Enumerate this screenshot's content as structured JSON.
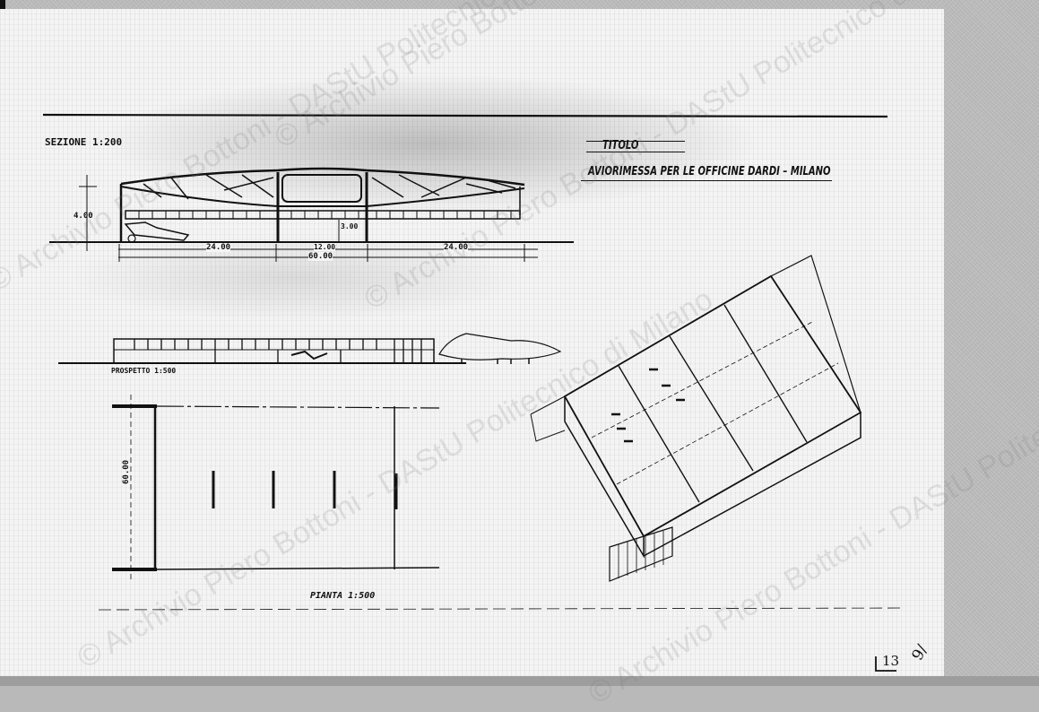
{
  "document": {
    "type": "architectural drawing sheet",
    "title_block": {
      "heading": "TITOLO",
      "subject": "AVIORIMESSA PER LE OFFICINE DARDI – MILANO"
    },
    "section": {
      "label": "SEZIONE 1:200",
      "dimensions": {
        "left_span": "24.00",
        "center_span": "12.00",
        "right_span": "24.00",
        "total_span": "60.00",
        "clear_height": "3.00",
        "height_left": "4.00"
      }
    },
    "elevation": {
      "label": "PROSPETTO 1:500"
    },
    "plan": {
      "label": "PIANTA 1:500",
      "depth_dimension": "60.00"
    },
    "perspective": {
      "label": ""
    },
    "sheet_marks": {
      "number": "13",
      "folio": "9/"
    },
    "watermark": "© Archivio Piero Bottoni - DAStU Politecnico di Milano"
  },
  "colors": {
    "paper": "#f4f4f4",
    "ink": "#111111",
    "background": "#bdbdbd"
  }
}
